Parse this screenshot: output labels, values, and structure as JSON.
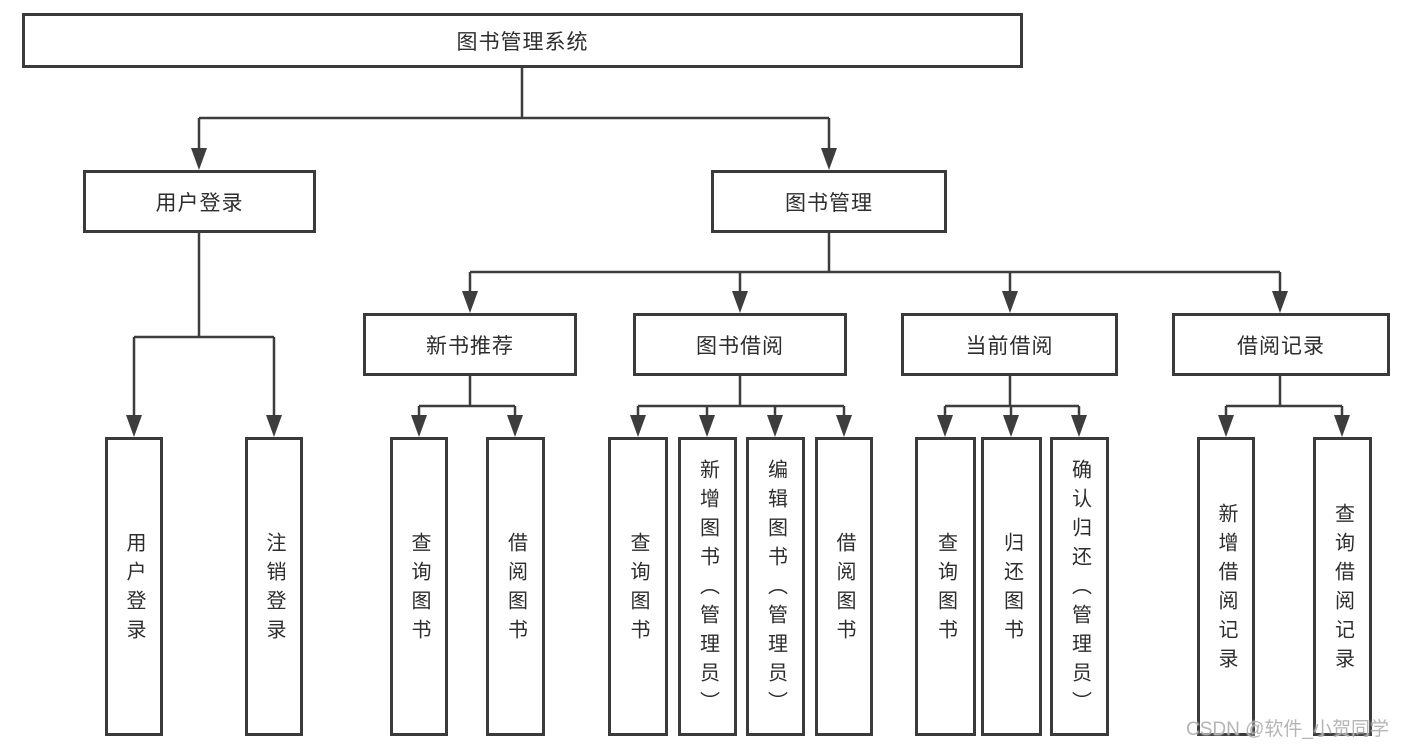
{
  "diagram": {
    "root": {
      "label": "图书管理系统"
    },
    "branches": [
      {
        "label": "用户登录",
        "children": [
          {
            "label": "用户登录"
          },
          {
            "label": "注销登录"
          }
        ]
      },
      {
        "label": "图书管理",
        "modules": [
          {
            "label": "新书推荐",
            "children": [
              {
                "label": "查询图书"
              },
              {
                "label": "借阅图书"
              }
            ]
          },
          {
            "label": "图书借阅",
            "children": [
              {
                "label": "查询图书"
              },
              {
                "label": "新增图书（管理员）"
              },
              {
                "label": "编辑图书（管理员）"
              },
              {
                "label": "借阅图书"
              }
            ]
          },
          {
            "label": "当前借阅",
            "children": [
              {
                "label": "查询图书"
              },
              {
                "label": "归还图书"
              },
              {
                "label": "确认归还（管理员）"
              }
            ]
          },
          {
            "label": "借阅记录",
            "children": [
              {
                "label": "新增借阅记录"
              },
              {
                "label": "查询借阅记录"
              }
            ]
          }
        ]
      }
    ]
  },
  "watermark": {
    "text": "CSDN @软件_小贺同学"
  },
  "colors": {
    "line": "#3d3d3d",
    "text": "#2d2d2d",
    "box_background": "#ffffff",
    "page_background": "#ffffff",
    "watermark": "#afafaf"
  }
}
